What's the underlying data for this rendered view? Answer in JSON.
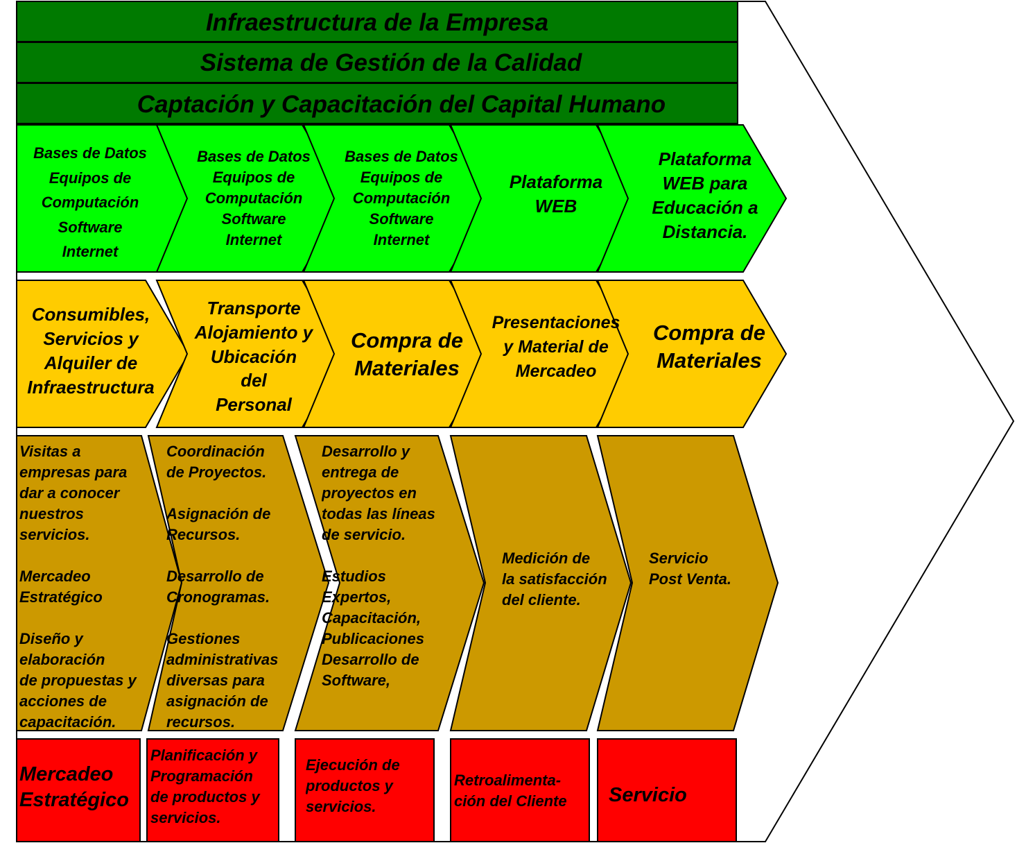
{
  "colors": {
    "band_green": "#007a00",
    "tech_green": "#00ff00",
    "procure_yellow": "#ffcc00",
    "activity_gold": "#cc9900",
    "result_red": "#ff0000",
    "outline": "#000000"
  },
  "bands": [
    "Infraestructura de la Empresa",
    "Sistema de Gestión de la Calidad",
    "Captación y Capacitación del Capital Humano"
  ],
  "technology": [
    "Bases de Datos\nEquipos de\nComputación\nSoftware\nInternet",
    "Bases de Datos\nEquipos de\nComputación\nSoftware\nInternet",
    "Bases de Datos\nEquipos de\nComputación\nSoftware\nInternet",
    "Plataforma\nWEB",
    "Plataforma\nWEB para\nEducación a\nDistancia."
  ],
  "procurement": [
    "Consumibles,\nServicios y\nAlquiler de\nInfraestructura",
    "Transporte\nAlojamiento y\nUbicación\ndel\nPersonal",
    "Compra de\nMateriales",
    "Presentaciones\ny Material de\nMercadeo",
    "Compra de\nMateriales"
  ],
  "activities": [
    "Visitas a\nempresas  para\ndar a conocer\nnuestros\nservicios.\n\nMercadeo\nEstratégico\n\nDiseño y\nelaboración\nde propuestas y\nacciones de\ncapacitación.",
    "Coordinación\n de Proyectos.\n\n  Asignación de\n    Recursos.\n\n     Desarrollo de\n Cronogramas.\n\n  Gestiones\n administrativas\ndiversas para\nasignación de\nrecursos.",
    "Desarrollo y\nentrega de\nproyectos en\ntodas las líneas\n de servicio.\n\n    Estudios\n    Expertos,\n  Capacitación,\n Publicaciones\n Desarrollo de\nSoftware,",
    "Medición de\nla satisfacción\ndel cliente.",
    "Servicio\nPost Venta."
  ],
  "outcomes": [
    "Mercadeo\nEstratégico",
    "Planificación y\nProgramación\nde productos y\nservicios.",
    "Ejecución de\nproductos y\nservicios.",
    "Retroalimenta-\nción del Cliente",
    "Servicio"
  ]
}
